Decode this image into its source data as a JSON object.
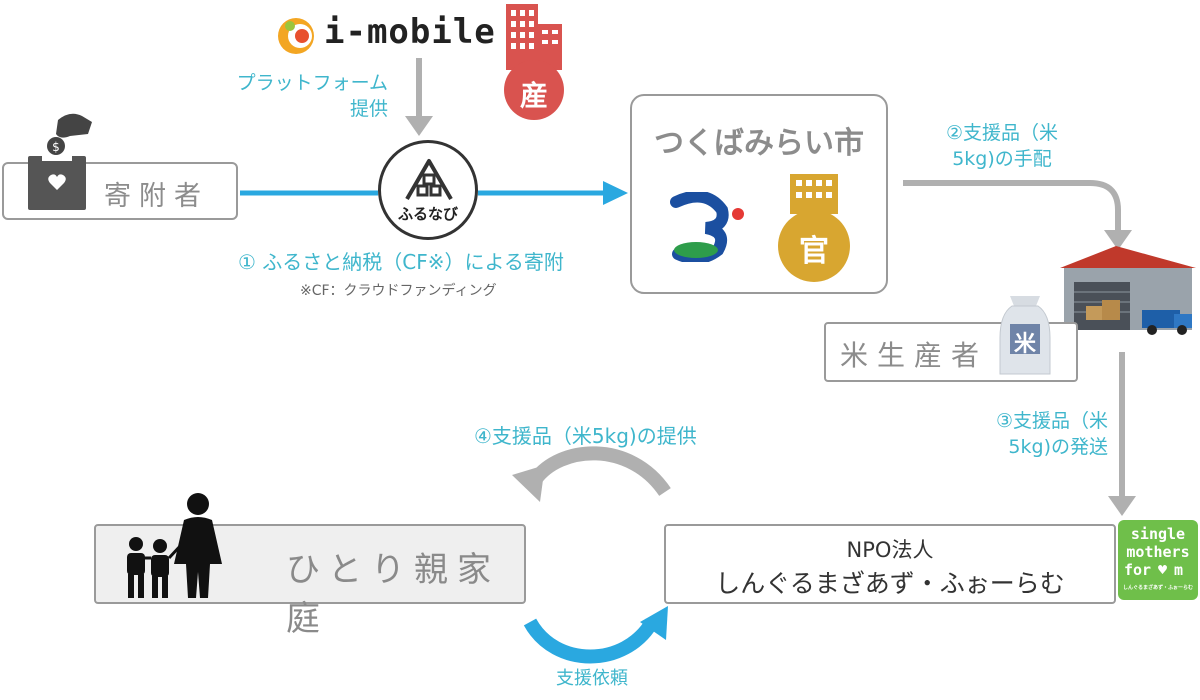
{
  "donor": {
    "label": "寄附者"
  },
  "imobile": {
    "logo_text": "i-mobile"
  },
  "industry_badge": {
    "label": "産"
  },
  "platform_note": {
    "line1": "プラットフォーム",
    "line2": "提供"
  },
  "furunavi": {
    "label": "ふるなび"
  },
  "step1": {
    "label": "① ふるさと納税（CF※）による寄附",
    "footnote": "※CF：クラウドファンディング"
  },
  "city": {
    "name": "つくばみらい市",
    "gov_badge": "官"
  },
  "step2": {
    "line1": "②支援品（米",
    "line2": "5kg)の手配"
  },
  "rice_producer": {
    "label": "米生産者",
    "bag_label": "米"
  },
  "step3": {
    "line1": "③支援品（米",
    "line2": "5kg)の発送"
  },
  "step4": {
    "label": "④支援品（米5kg)の提供"
  },
  "family": {
    "label": "ひとり親家庭"
  },
  "npo": {
    "line1": "NPO法人",
    "line2": "しんぐるまざあず・ふぉーらむ"
  },
  "smf_logo": {
    "line1": "single",
    "line2": "mothers",
    "line3": "for",
    "line4": "m",
    "subtext": "しんぐるまざあず・ふぉーらむ"
  },
  "request": {
    "label": "支援依頼"
  },
  "colors": {
    "cyan": "#3fb6cc",
    "arrow_blue": "#2aa8e0",
    "gray_arrow": "#b0b0b0",
    "industry_red": "#d9534f",
    "gov_gold": "#d8a630",
    "smf_green": "#6fbf4a"
  }
}
